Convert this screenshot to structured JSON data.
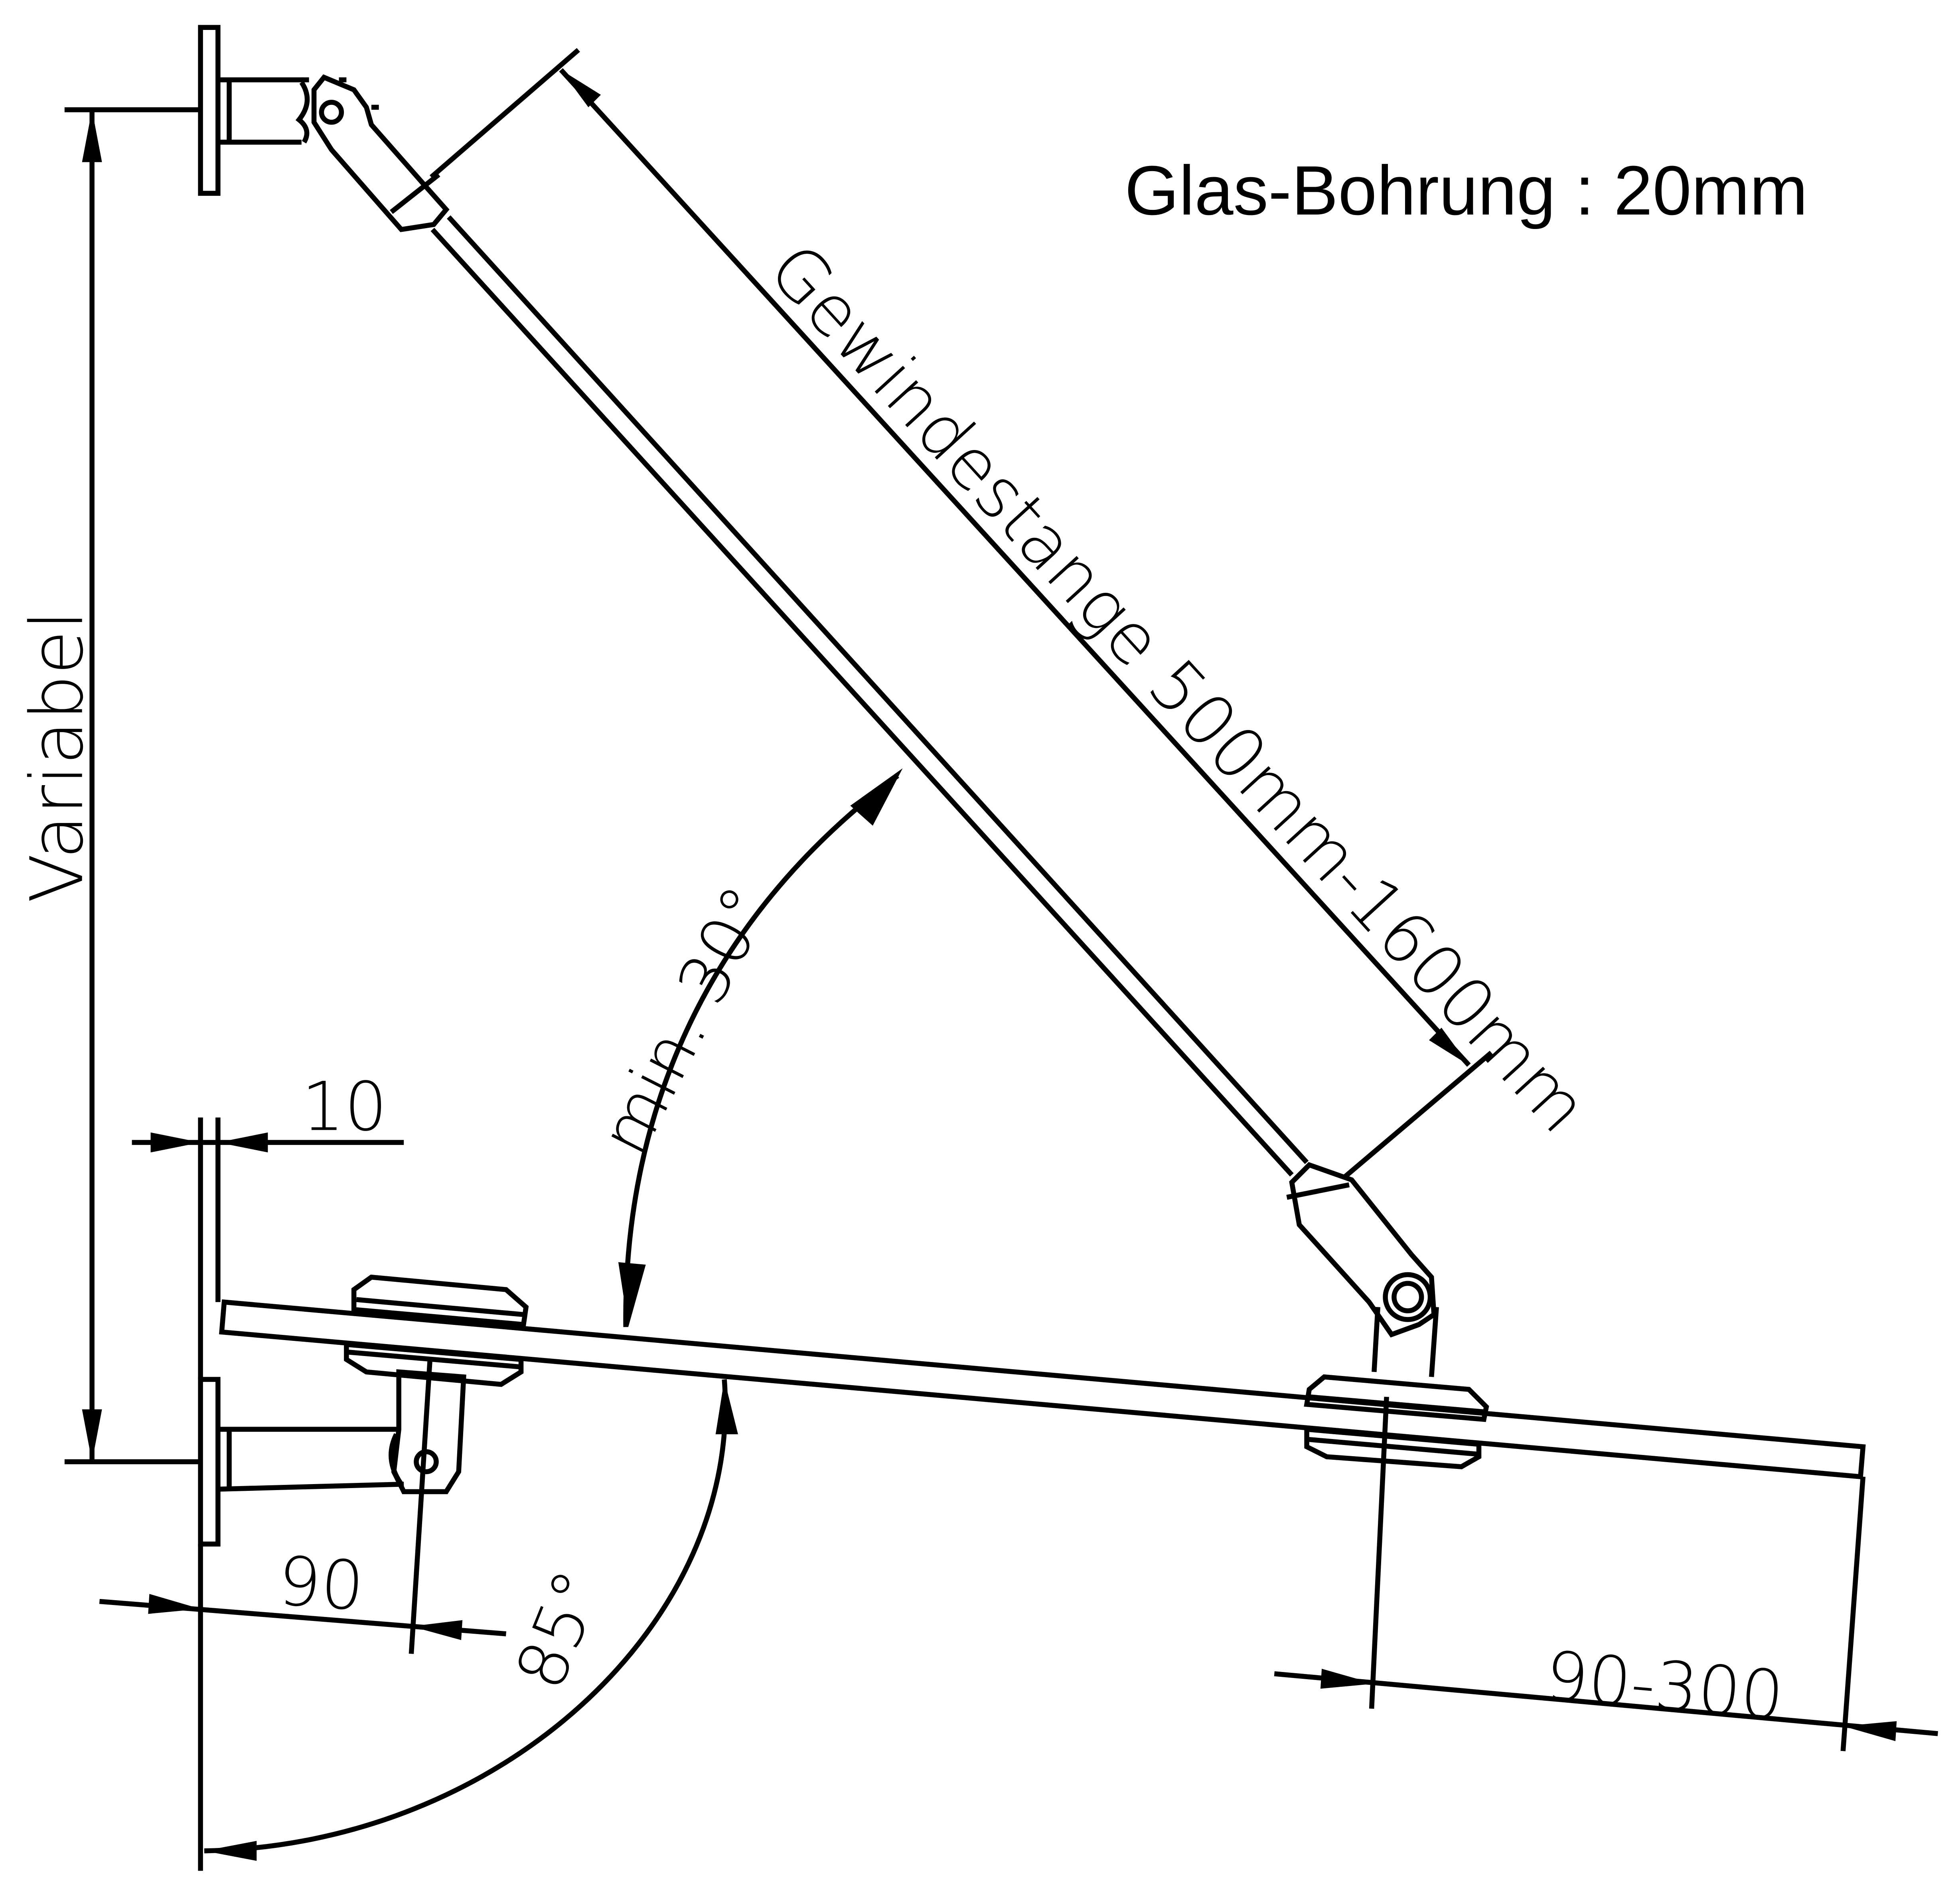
{
  "title": "Glas-Bohrung : 20mm",
  "labels": {
    "rod_length": "Gewindestange 500mm-1600mm",
    "vertical": "Variabel",
    "min_angle": "min. 30°",
    "tilt_angle": "85°",
    "wall_gap": "10",
    "bracket_offset": "90",
    "overhang": "90-300"
  }
}
